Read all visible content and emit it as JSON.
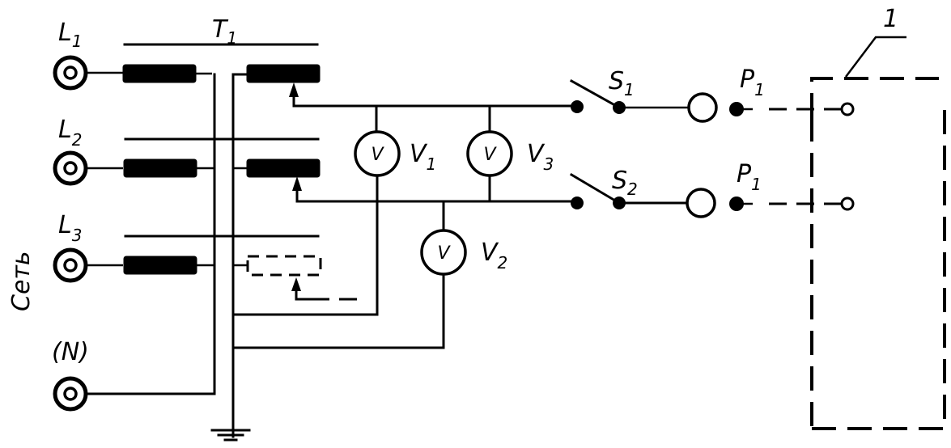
{
  "diagram": {
    "side_label": "Сеть",
    "inputs": [
      {
        "id": "L1",
        "label": "L",
        "sub": "1"
      },
      {
        "id": "L2",
        "label": "L",
        "sub": "2"
      },
      {
        "id": "L3",
        "label": "L",
        "sub": "3"
      },
      {
        "id": "N",
        "label": "(N)",
        "sub": ""
      }
    ],
    "transformer": {
      "label": "T",
      "sub": "1"
    },
    "voltmeters": [
      {
        "id": "V1",
        "symbol": "V",
        "label": "V",
        "sub": "1"
      },
      {
        "id": "V3",
        "symbol": "V",
        "label": "V",
        "sub": "3"
      },
      {
        "id": "V2",
        "symbol": "V",
        "label": "V",
        "sub": "2"
      }
    ],
    "switches": [
      {
        "id": "S1",
        "label": "S",
        "sub": "1"
      },
      {
        "id": "S2",
        "label": "S",
        "sub": "2"
      }
    ],
    "probes": [
      {
        "id": "P1a",
        "label": "P",
        "sub": "1"
      },
      {
        "id": "P1b",
        "label": "P",
        "sub": "1"
      }
    ],
    "device": {
      "callout": "1"
    }
  }
}
